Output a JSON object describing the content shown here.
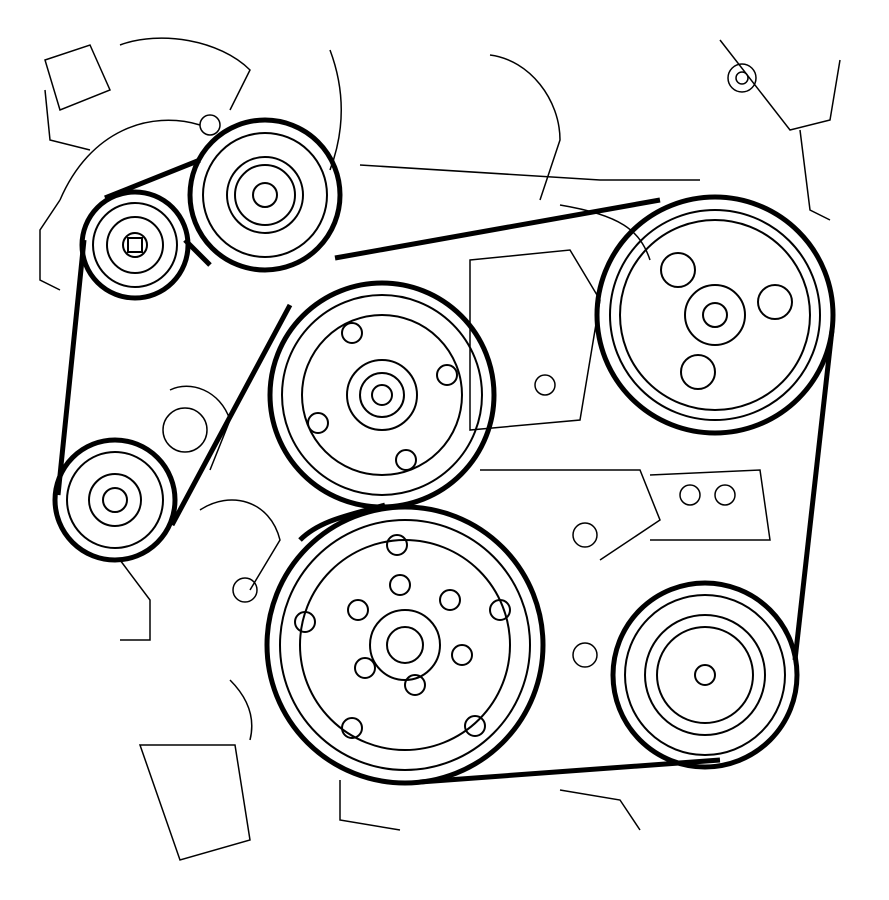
{
  "diagram": {
    "kind": "serpentine accessory drive belt routing line drawing",
    "colors": {
      "line": "#000000",
      "background": "#ffffff"
    },
    "pulleys": [
      {
        "id": "upper-left-idler"
      },
      {
        "id": "upper-idler"
      },
      {
        "id": "center-pulley"
      },
      {
        "id": "right-pulley"
      },
      {
        "id": "left-tensioner"
      },
      {
        "id": "crankshaft-pulley"
      },
      {
        "id": "lower-right-pulley"
      }
    ]
  }
}
